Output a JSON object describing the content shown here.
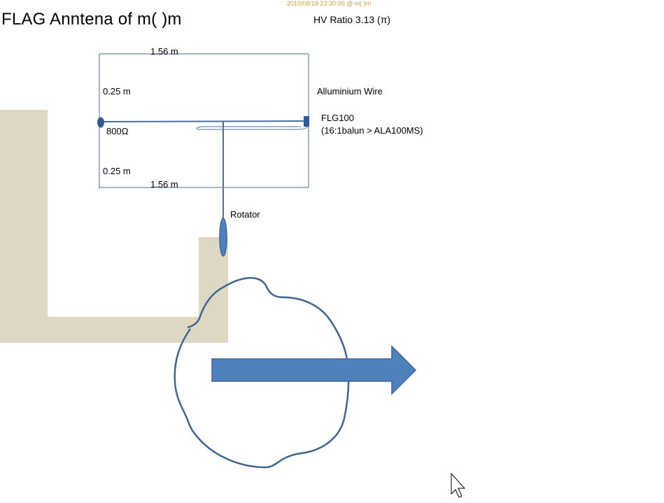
{
  "title": "FLAG  Anntena of m( )m",
  "timestamp": "2010/08/18 23:30:00  @ m( )m",
  "hv_ratio": "HV Ratio 3.13 (π)",
  "labels": {
    "top_width": "1.56 m",
    "upper_height": "0.25 m",
    "lower_height": "0.25 m",
    "bottom_width": "1.56 m",
    "resistor": "800Ω",
    "wire": "Alluminium Wire",
    "feed_model": "FLG100",
    "feed_detail": "(16:1balun > ALA100MS)",
    "rotator": "Rotator"
  },
  "colors": {
    "wire": "#4a6f9c",
    "element": "#2f5b96",
    "arrow_fill": "#4f81bd",
    "arrow_stroke": "#3b6599",
    "pattern": "#3d6590",
    "wall": "#ddd8c4",
    "stamp": "#c8a040"
  },
  "icons": {
    "cursor": "mouse-pointer-icon"
  }
}
